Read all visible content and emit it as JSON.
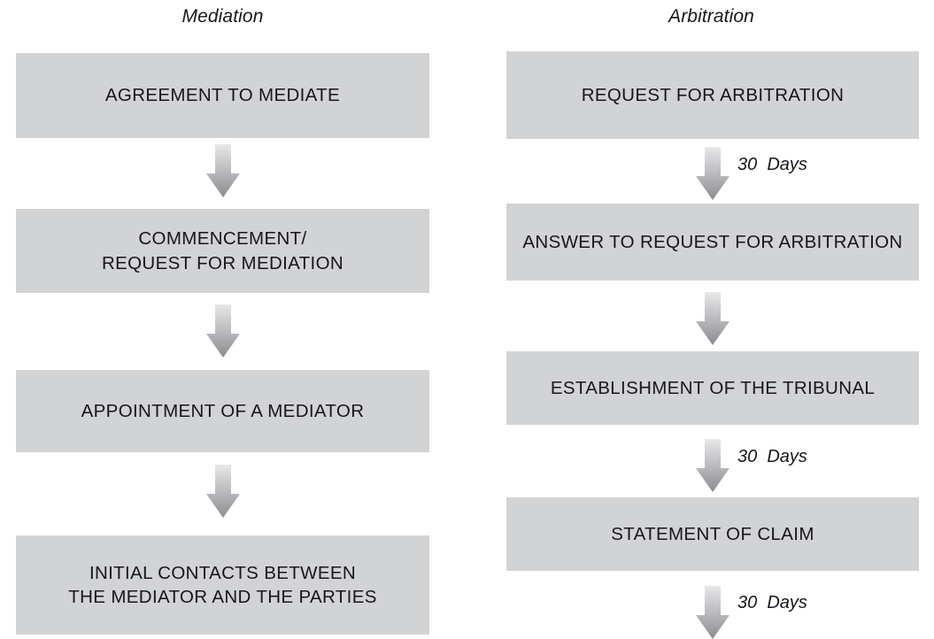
{
  "diagram": {
    "title_left": "Mediation",
    "title_right": "Arbitration",
    "box_fill": "#d2d3d5",
    "text_color": "#16161c",
    "arrow_gradient_from": "#e6e6e8",
    "arrow_gradient_to": "#8e8e92"
  },
  "columns": [
    {
      "id": "mediation",
      "header": "Mediation",
      "nodes": [
        {
          "label": "AGREEMENT TO MEDIATE"
        },
        {
          "label": "COMMENCEMENT/\nREQUEST FOR MEDIATION"
        },
        {
          "label": "APPOINTMENT OF A MEDIATOR"
        },
        {
          "label": "INITIAL CONTACTS BETWEEN\nTHE MEDIATOR AND THE PARTIES"
        }
      ],
      "connectors": [
        {
          "label": ""
        },
        {
          "label": ""
        },
        {
          "label": ""
        }
      ]
    },
    {
      "id": "arbitration",
      "header": "Arbitration",
      "nodes": [
        {
          "label": "REQUEST FOR ARBITRATION"
        },
        {
          "label": "ANSWER TO REQUEST FOR ARBITRATION"
        },
        {
          "label": "ESTABLISHMENT OF THE TRIBUNAL"
        },
        {
          "label": "STATEMENT OF CLAIM"
        }
      ],
      "connectors": [
        {
          "label": "30  Days"
        },
        {
          "label": ""
        },
        {
          "label": "30  Days"
        },
        {
          "label": "30  Days"
        }
      ]
    }
  ]
}
